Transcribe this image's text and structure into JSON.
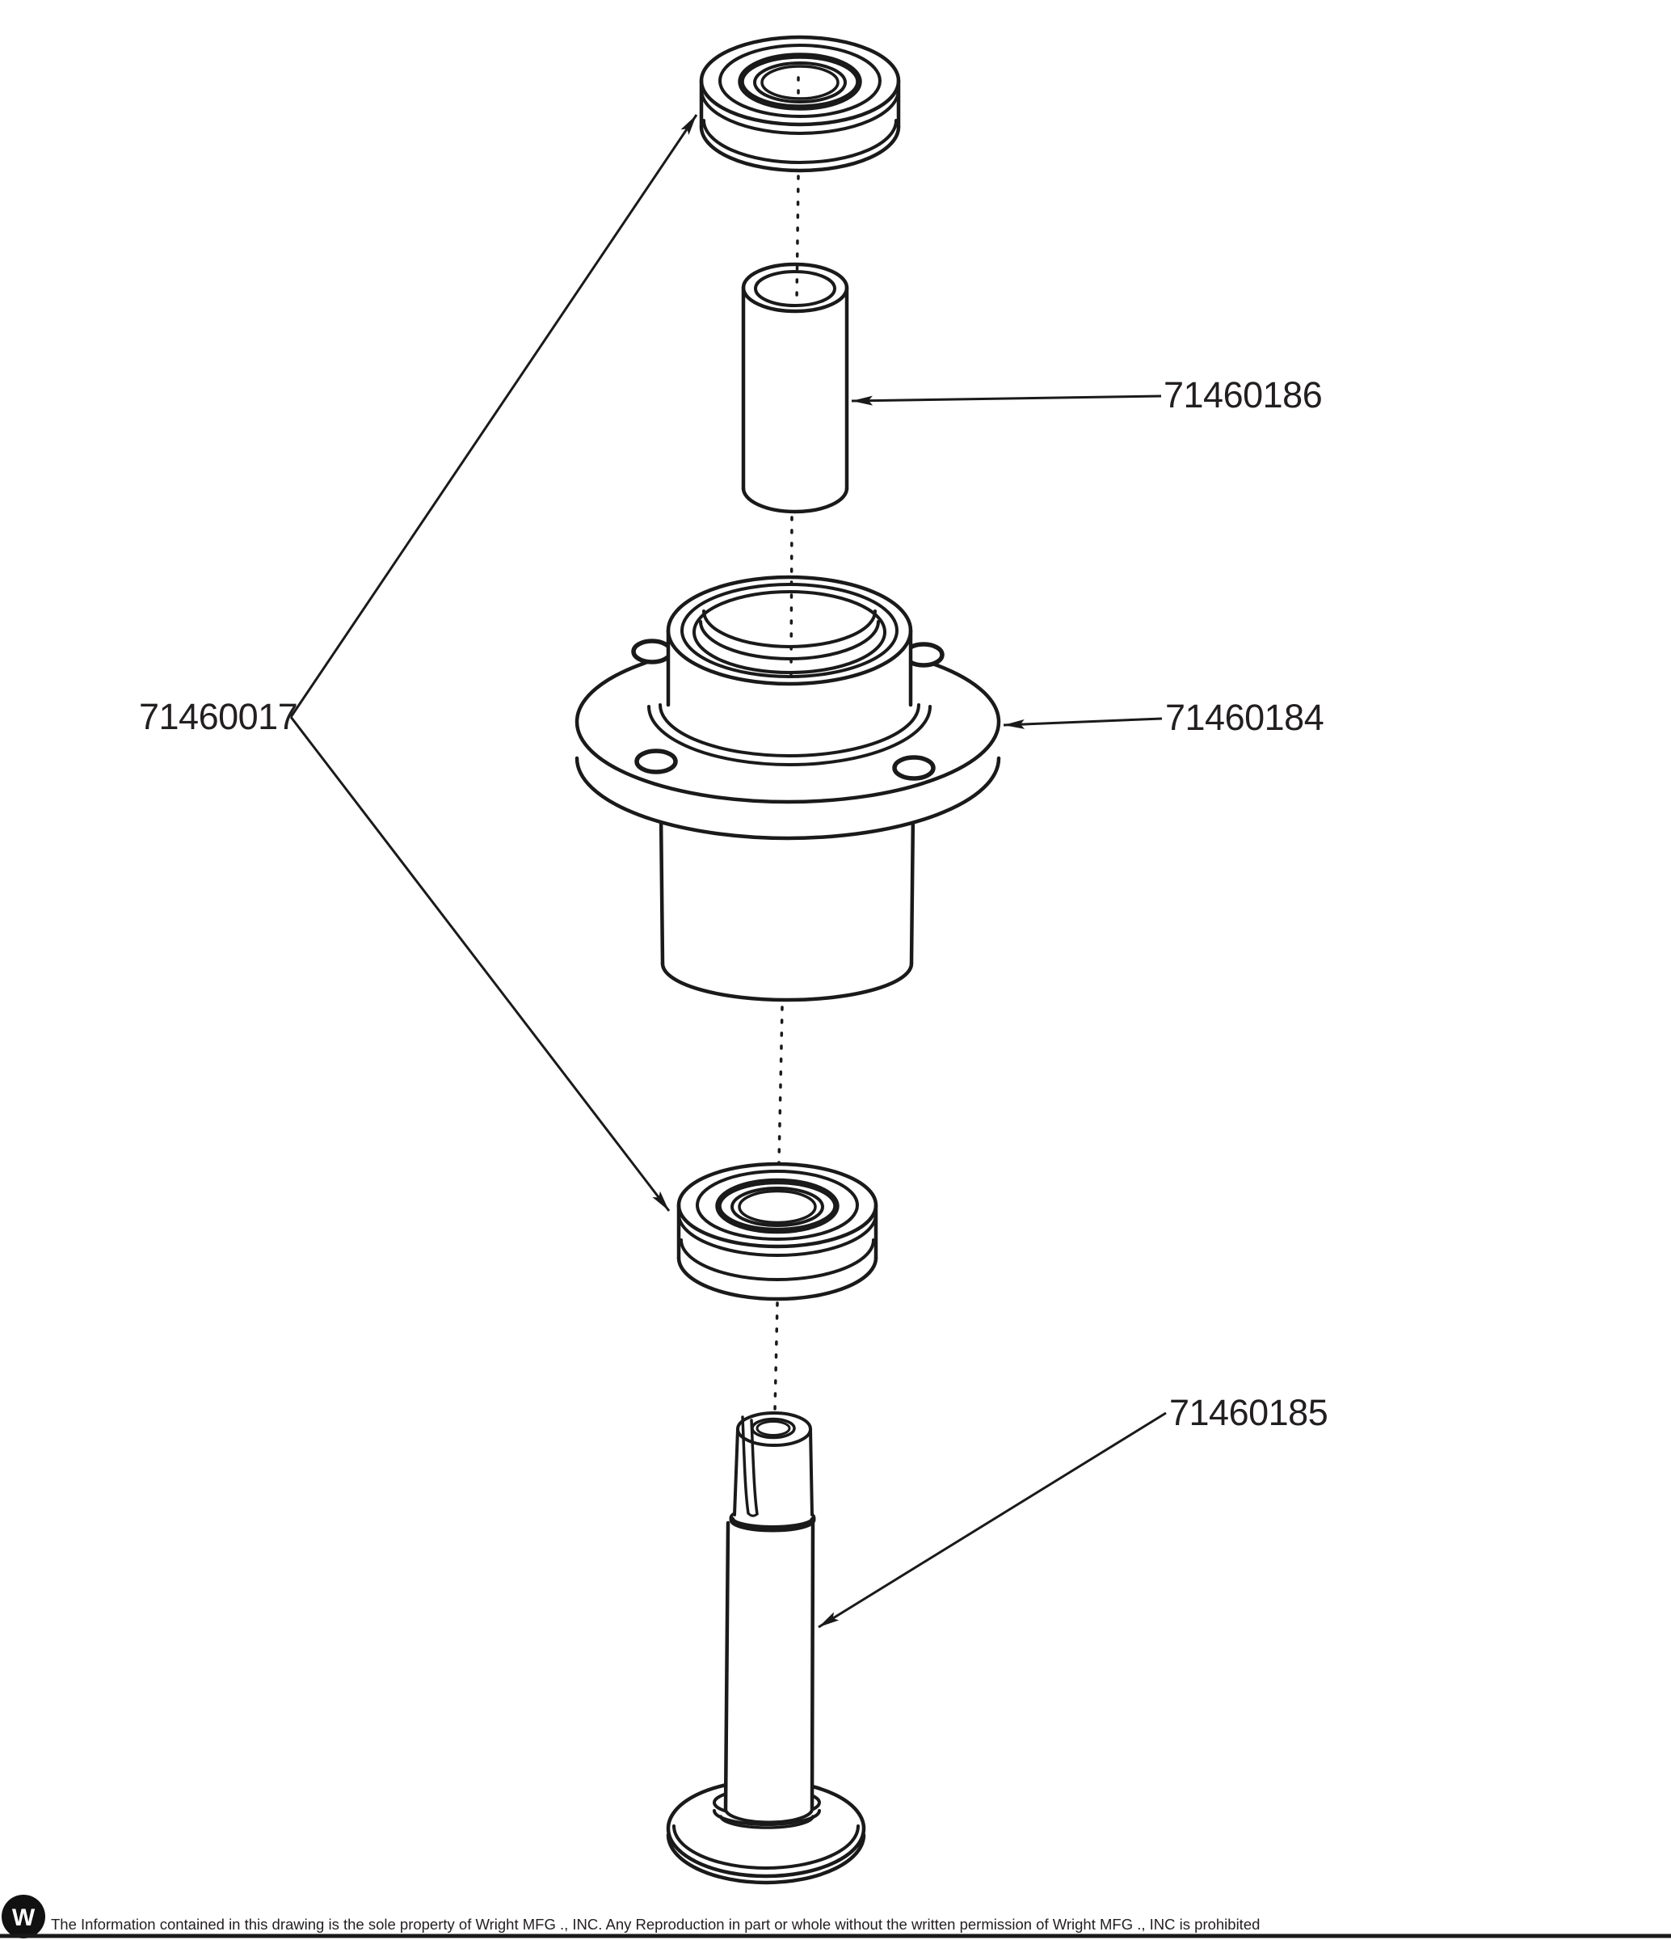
{
  "drawing": {
    "background": "#ffffff",
    "line_color": "#1a1a1a",
    "text_color": "#231f20",
    "part_labels": {
      "bearings": "71460017",
      "spacer": "71460186",
      "hub": "71460184",
      "shaft": "71460185"
    }
  },
  "footer": {
    "disclaimer": "The Information contained in this drawing is the sole property of Wright MFG ., INC. Any Reproduction in part or whole without the written permission of Wright MFG ., INC is prohibited",
    "logo_letter": "W"
  }
}
